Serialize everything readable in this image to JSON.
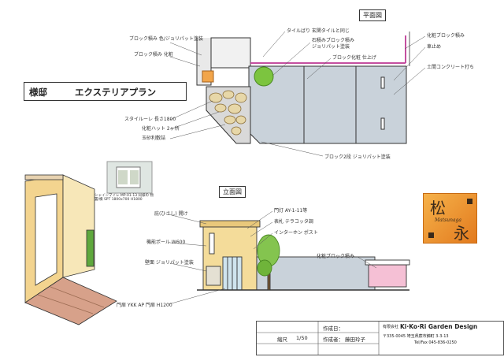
{
  "title": {
    "left": "様邸",
    "right": "エクステリアプラン"
  },
  "sections": {
    "plan": "平面図",
    "elevation": "立面図"
  },
  "plan_labels": {
    "l1": "ブロック積み 色/ジョリパット塗装",
    "l2": "ブロック積み 化粧",
    "l3": "スタイルーレ 長さ1800",
    "l4": "化粧ハット 2ヶ所",
    "l5": "玉砂利敷詰",
    "r1": "タイルばり 玄関タイルと同じ",
    "r2": "石積みブロック積み",
    "r3": "ジョリパット塗装",
    "r4": "ブロック化粧 仕上げ",
    "r5": "化粧ブロック積み",
    "r6": "車止め",
    "r7": "土間コンクリート打ち",
    "bottom": "ブロック2段 ジョリパット塗装"
  },
  "photo_caption": "シャインマイレ MP-01-13 同様の 物置/横 SPT 1800x700 H1800",
  "elev_labels": {
    "e1": "庇(ひさし) 開け",
    "e2": "機能ポール W600",
    "e3": "壁面 ジョリパット塗装",
    "e4": "門扉 YKK AP 門扉 H1200",
    "e5": "門灯 AY-1-11等",
    "e6": "表札 テラコッタ調",
    "e7": "インターホン ポスト",
    "e8": "化粧ブロック積み"
  },
  "logo": {
    "kanji1": "松",
    "kanji2": "永",
    "script": "Matsunaga"
  },
  "title_block": {
    "created_date_label": "作成日：",
    "created_by_label": "作成者：",
    "author": "藤田玲子",
    "scale_label": "縮尺",
    "scale_value": "1/50",
    "company_prefix": "有限会社",
    "company": "Ki·Ko·Ri Garden Design",
    "address": "〒335-0045 埼玉県蕨市錦町 3-3-13",
    "tel": "Tel/Fax 045-836-0250"
  }
}
